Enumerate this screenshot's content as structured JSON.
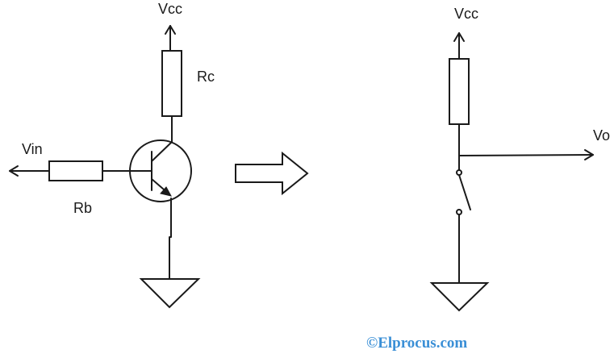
{
  "transistor_circuit": {
    "supply_label": "Vcc",
    "collector_resistor_label": "Rc",
    "input_label": "Vin",
    "base_resistor_label": "Rb"
  },
  "switch_equivalent": {
    "supply_label": "Vcc",
    "output_label": "Vo"
  },
  "watermark": {
    "text": "©Elprocus.com",
    "color": "#3a8fd6"
  },
  "colors": {
    "line": "#1a1a1a",
    "background": "#ffffff"
  }
}
